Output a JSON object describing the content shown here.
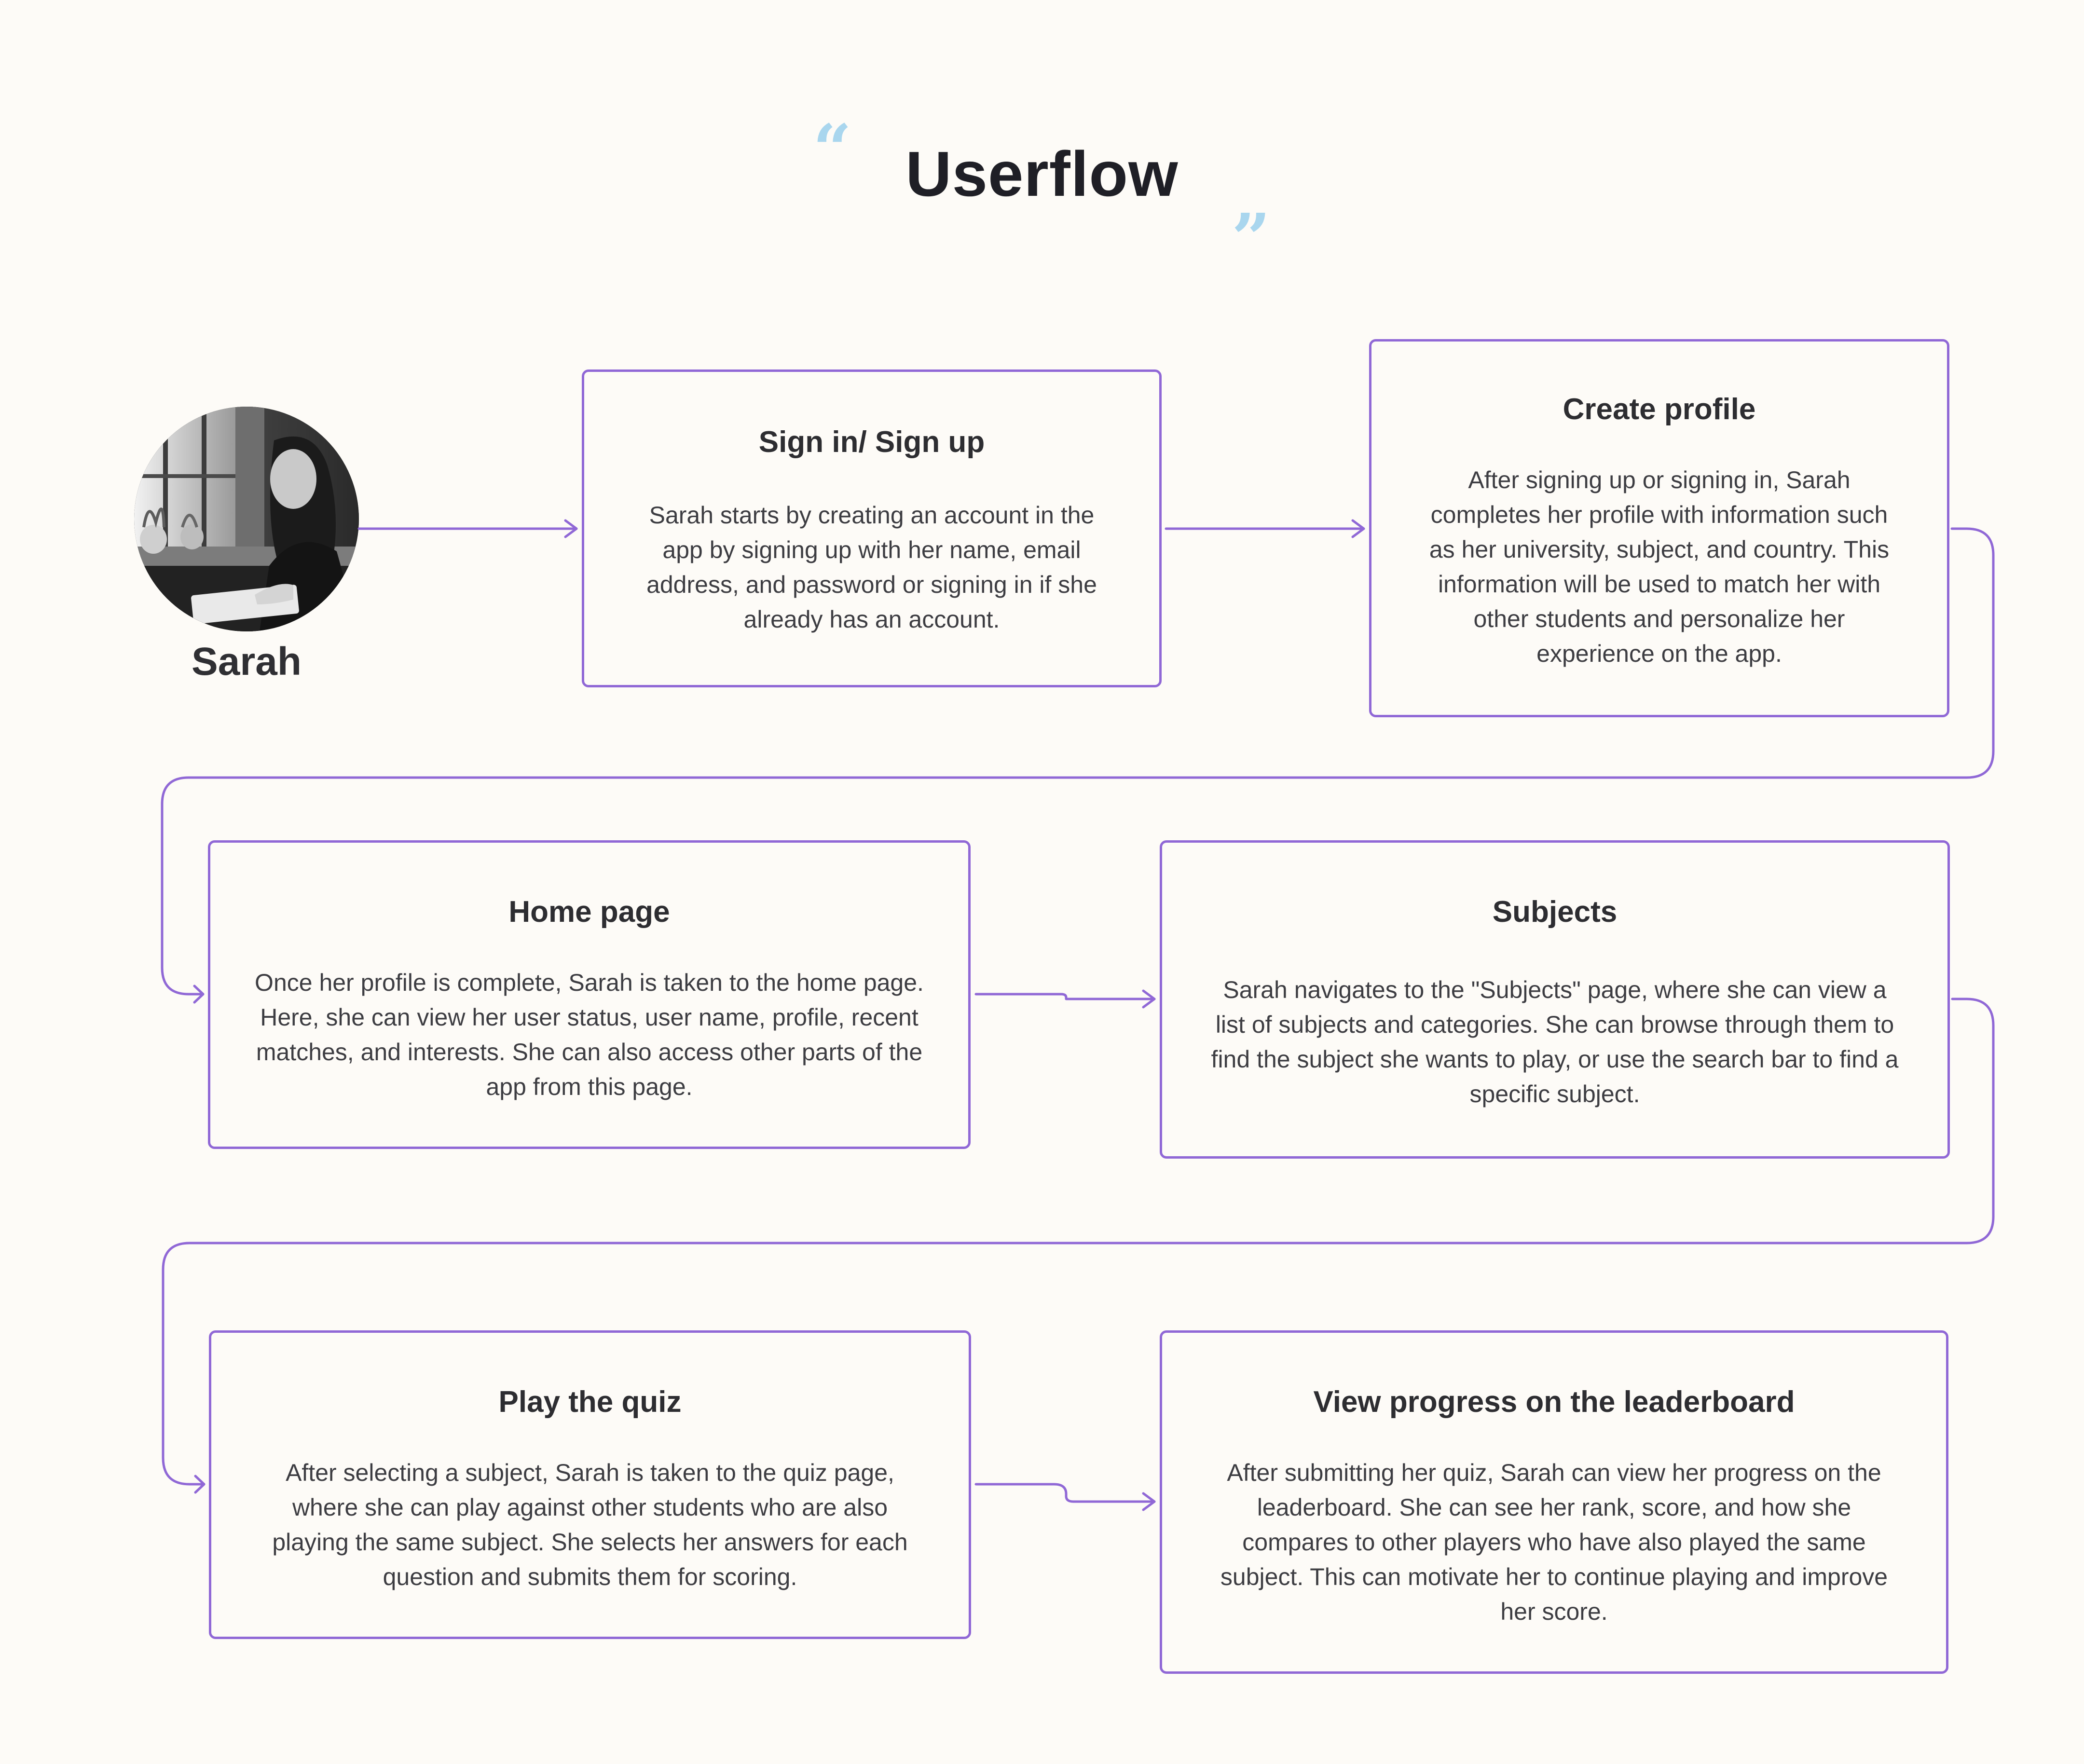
{
  "header": {
    "title": "Userflow",
    "open_quote": "“",
    "close_quote": "”",
    "quote_color": "#a9d6ee"
  },
  "persona": {
    "name": "Sarah",
    "photo": "grayscale photo of a woman writing in a notebook by a window"
  },
  "accent_color": "#9068d6",
  "steps": [
    {
      "title": "Sign in/ Sign up",
      "description": "Sarah starts by creating an account in the app by signing up with her name, email address, and password or signing in if she already has an account."
    },
    {
      "title": "Create profile",
      "description": "After signing up or signing in, Sarah completes her profile with information such as her university, subject, and country. This information will be used to match her with other students and personalize her experience on the app."
    },
    {
      "title": "Home page",
      "description": "Once her profile is complete, Sarah is taken to the home page. Here, she can view her user status, user name, profile, recent matches, and interests. She can also access other parts of the app from this page."
    },
    {
      "title": "Subjects",
      "description": "Sarah navigates to the \"Subjects\" page, where she can view a list of subjects and categories. She can browse through them to find the subject she wants to play, or use the search bar to find a specific subject."
    },
    {
      "title": "Play the quiz",
      "description": "After selecting a subject, Sarah is taken to the quiz page, where she can play against other students who are also playing the same subject. She selects her answers for each question and submits them for scoring."
    },
    {
      "title": "View progress on the leaderboard",
      "description": "After submitting her quiz, Sarah can view her progress on the leaderboard. She can see her rank, score, and how she compares to other players who have also played the same subject. This can motivate her to continue playing and improve her score."
    }
  ]
}
